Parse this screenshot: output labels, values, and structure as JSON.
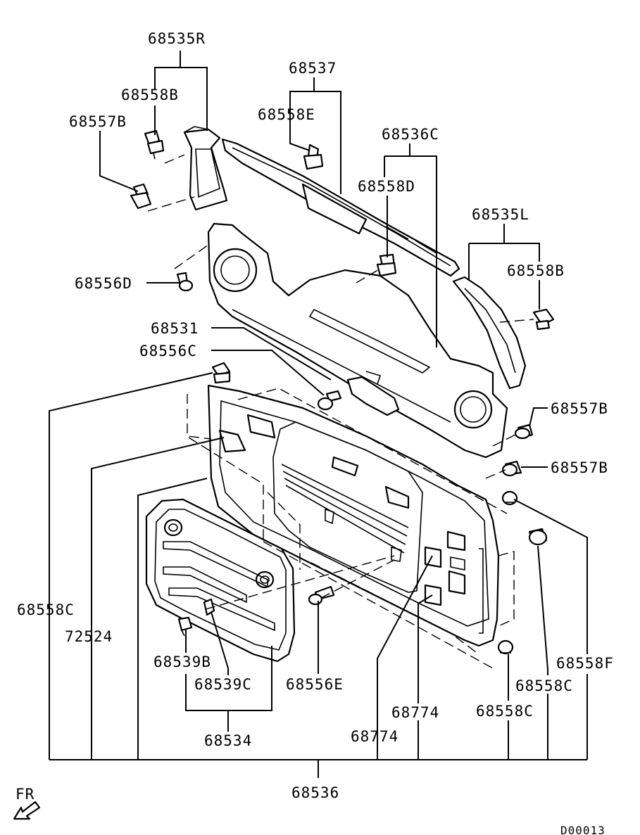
{
  "labels": {
    "p68535R": "68535R",
    "p68537": "68537",
    "p68558B_top": "68558B",
    "p68558E": "68558E",
    "p68557B_top": "68557B",
    "p68536C": "68536C",
    "p68558D": "68558D",
    "p68535L": "68535L",
    "p68558B_right": "68558B",
    "p68556D": "68556D",
    "p68531": "68531",
    "p68556C": "68556C",
    "p68557B_r1": "68557B",
    "p68557B_r2": "68557B",
    "p68558C_left": "68558C",
    "p72524": "72524",
    "p68539B": "68539B",
    "p68539C": "68539C",
    "p68556E": "68556E",
    "p68534": "68534",
    "p68774_a": "68774",
    "p68774_b": "68774",
    "p68558C_r1": "68558C",
    "p68558C_r2": "68558C",
    "p68558F": "68558F",
    "p68536": "68536",
    "fr": "FR",
    "drawing_no": "D00013"
  }
}
